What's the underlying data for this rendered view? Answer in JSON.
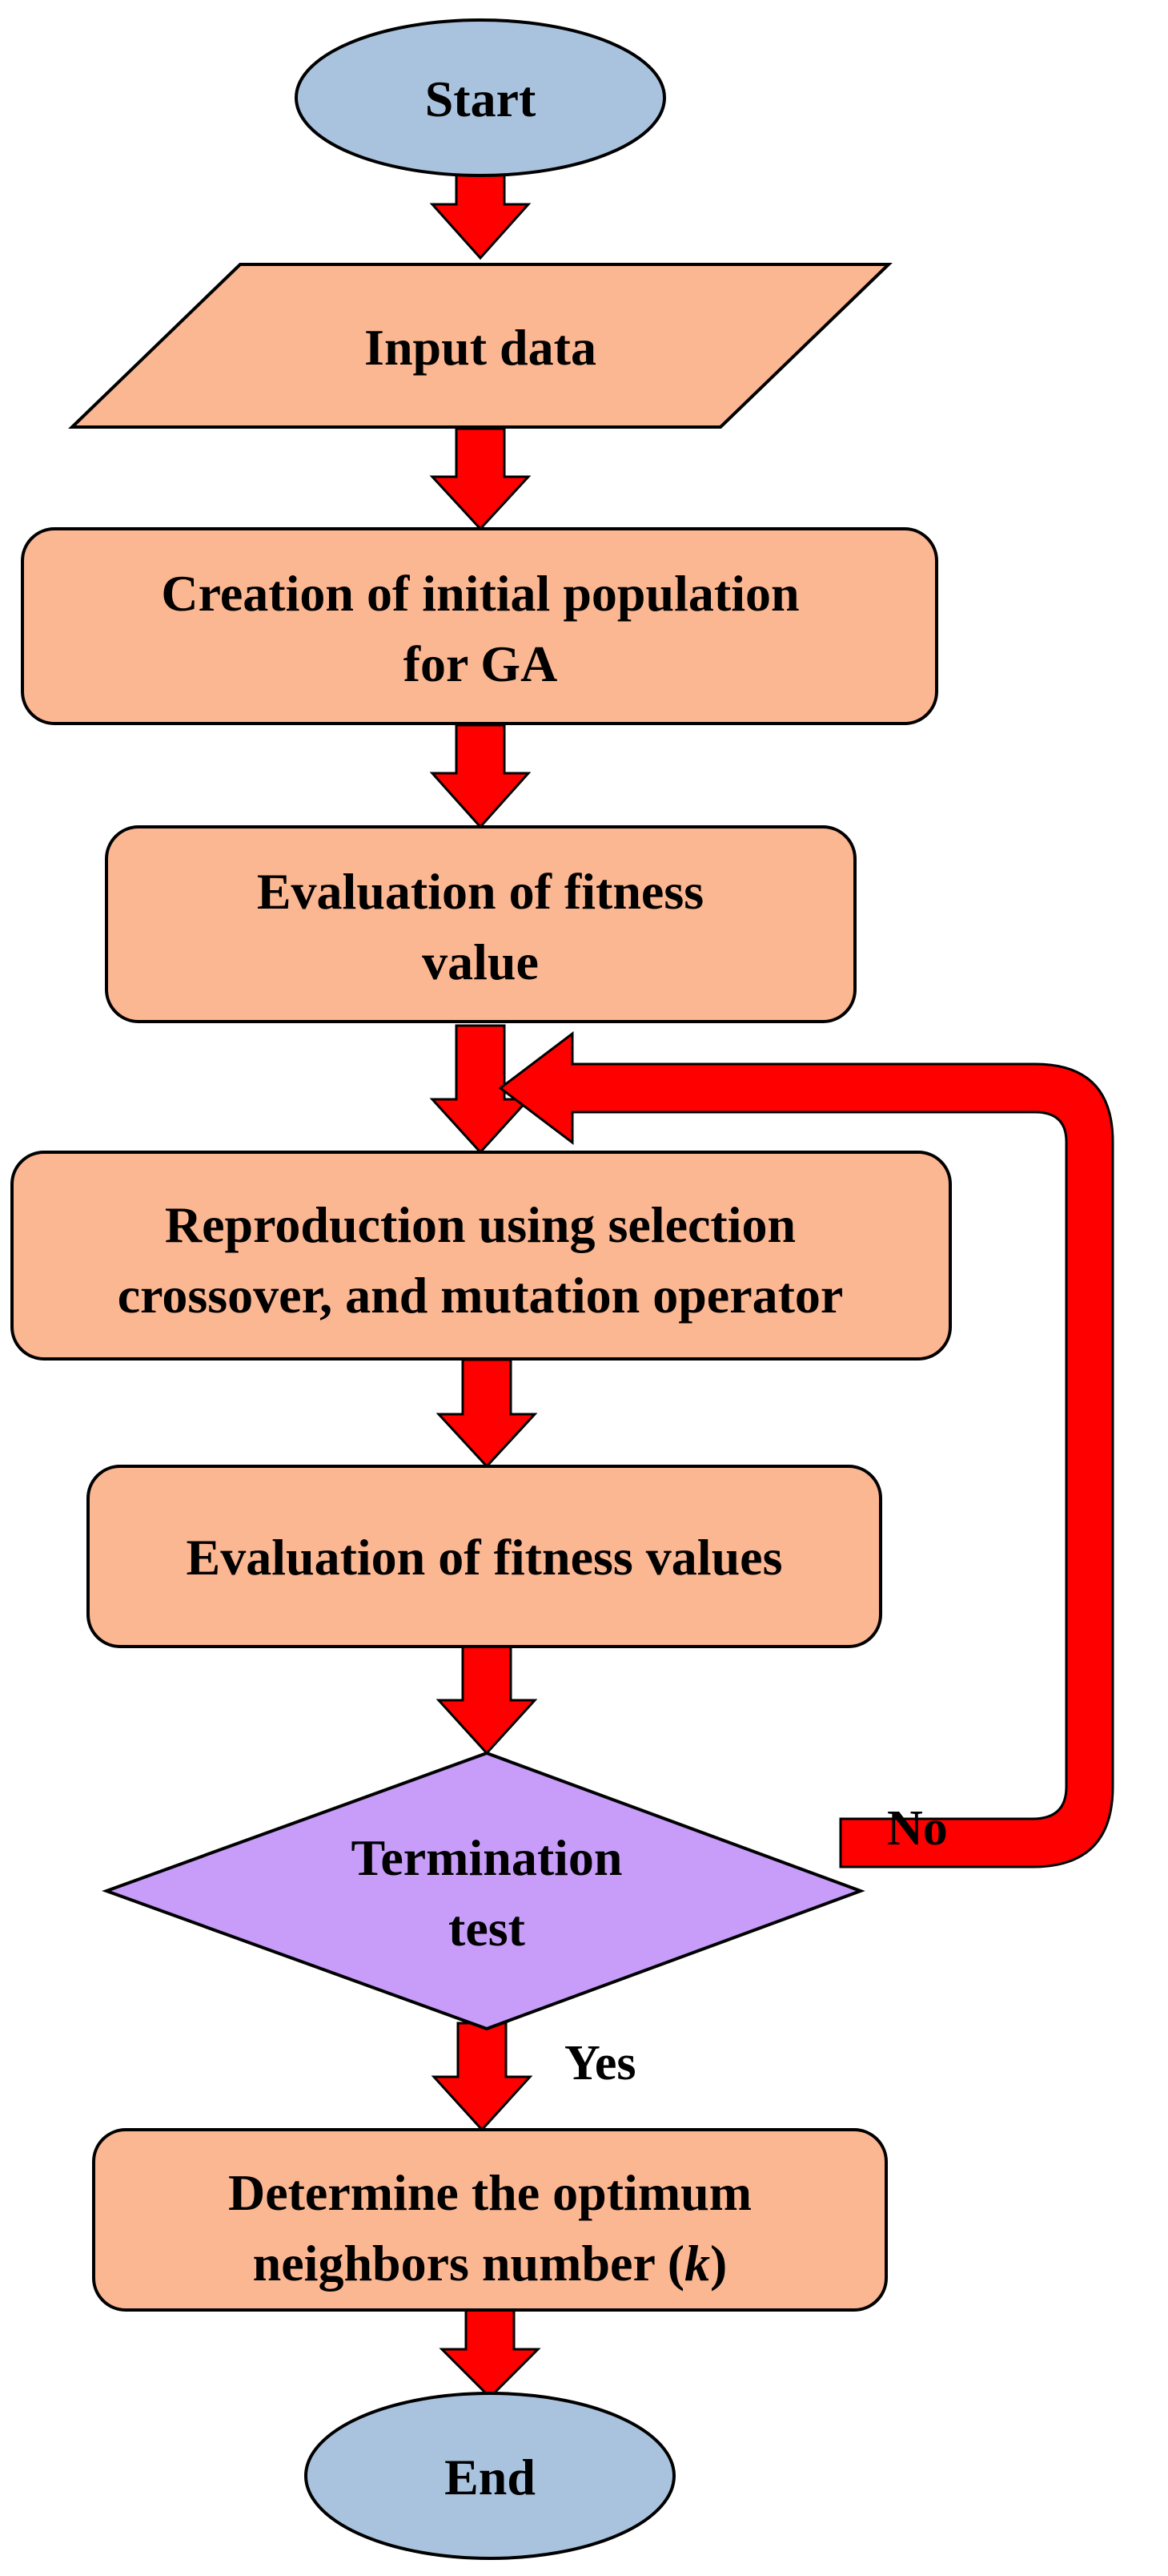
{
  "colors": {
    "terminal_fill": "#a9c3de",
    "process_fill": "#fbb692",
    "decision_fill": "#c79df9",
    "arrow_fill": "#ff0000",
    "stroke": "#000000"
  },
  "nodes": {
    "start": {
      "lines": [
        "Start"
      ]
    },
    "input": {
      "lines": [
        "Input data"
      ]
    },
    "creation": {
      "lines": [
        "Creation of initial population",
        "for GA"
      ]
    },
    "evaluation1": {
      "lines": [
        "Evaluation of fitness",
        "value"
      ]
    },
    "reproduction": {
      "lines": [
        "Reproduction using selection",
        "crossover, and mutation operator"
      ]
    },
    "evaluation2": {
      "lines": [
        "Evaluation of fitness values"
      ]
    },
    "termination": {
      "lines": [
        "Termination",
        "test"
      ]
    },
    "determine": {
      "lines": [
        "Determine the optimum",
        "neighbors number (",
        "k",
        ")"
      ]
    },
    "end": {
      "lines": [
        "End"
      ]
    }
  },
  "labels": {
    "no": "No",
    "yes": "Yes"
  }
}
